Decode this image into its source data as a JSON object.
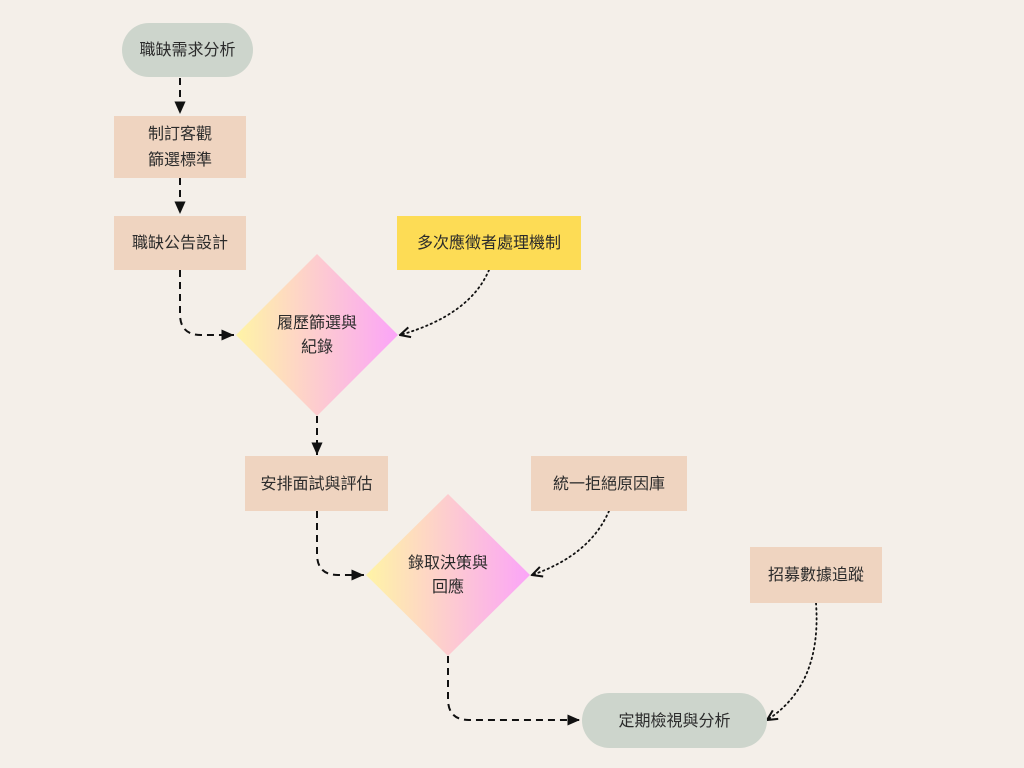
{
  "nodes": {
    "start": "職缺需求分析",
    "criteria": "制訂客觀\n篩選標準",
    "posting": "職缺公告設計",
    "multi_apply": "多次應徵者處理機制",
    "screening": "履歷篩選與\n紀錄",
    "interview": "安排面試與評估",
    "reject_reasons": "統一拒絕原因庫",
    "decision": "錄取決策與\n回應",
    "tracking": "招募數據追蹤",
    "review": "定期檢視與分析"
  },
  "colors": {
    "background": "#f4efe9",
    "process_box": "#efd4c0",
    "highlight_box": "#fddc55",
    "terminal": "#cdd5cc",
    "diamond_gradient": [
      "#fff2a8",
      "#fba8f7"
    ],
    "edge": "#111111"
  }
}
